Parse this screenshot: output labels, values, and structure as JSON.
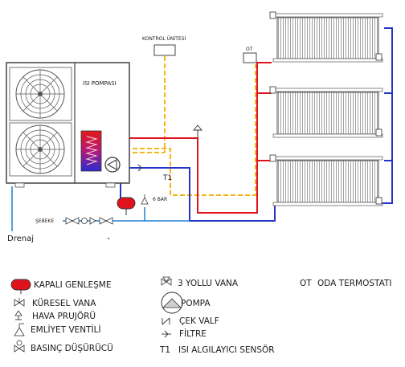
{
  "diagram": {
    "heat_pump_label": "ISI POMPASI",
    "control_unit_label": "KONTROL ÜNİTESİ",
    "room_thermostat_label": "OT",
    "sensor_label": "T1",
    "pressure_label": "6 BAR",
    "mains_label": "ŞEBEKE",
    "drain_label": "Drenaj"
  },
  "legend": {
    "expansion_tank": "KAPALI GENLEŞME",
    "ball_valve": "KÜRESEL VANA",
    "air_vent": "HAVA PRUJÖRÜ",
    "safety_valve": "EMLİYET VENTİLİ",
    "pressure_reducer": "BASINÇ DÜŞÜRÜCÜ",
    "three_way_valve": "3 YOLLU VANA",
    "pump": "POMPA",
    "check_valve": "ÇEK VALF",
    "filter": "FİLTRE",
    "sensor_abbr": "T1",
    "sensor": "ISI ALGILAYICI SENSÖR",
    "thermostat_abbr": "OT",
    "thermostat": "ODA TERMOSTATI"
  },
  "colors": {
    "supply": "#e0121e",
    "return": "#2434c8",
    "control": "#f5b718",
    "mains": "#1f7fcf",
    "outline": "#444444"
  }
}
